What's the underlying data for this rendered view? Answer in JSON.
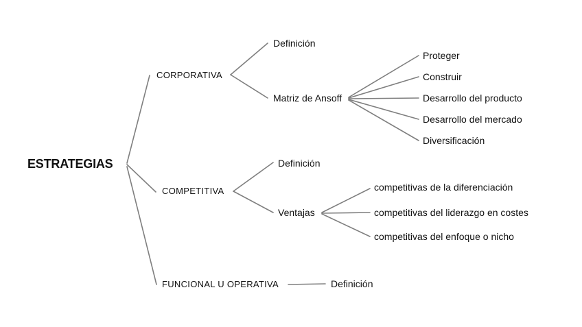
{
  "root": {
    "label": "ESTRATEGIAS"
  },
  "corporativa": {
    "label": "CORPORATIVA",
    "definicion": "Definición",
    "ansoff": {
      "label": "Matriz de Ansoff",
      "items": [
        "Proteger",
        "Construir",
        "Desarrollo del producto",
        "Desarrollo del mercado",
        "Diversificación"
      ]
    }
  },
  "competitiva": {
    "label": "COMPETITIVA",
    "definicion": "Definición",
    "ventajas": {
      "label": "Ventajas",
      "items": [
        "competitivas de la diferenciación",
        "competitivas del liderazgo en costes",
        "competitivas del enfoque o nicho"
      ]
    }
  },
  "funcional": {
    "label": "FUNCIONAL U OPERATIVA",
    "definicion": "Definición"
  },
  "colors": {
    "line": "#7f7f7f",
    "text": "#111111"
  }
}
